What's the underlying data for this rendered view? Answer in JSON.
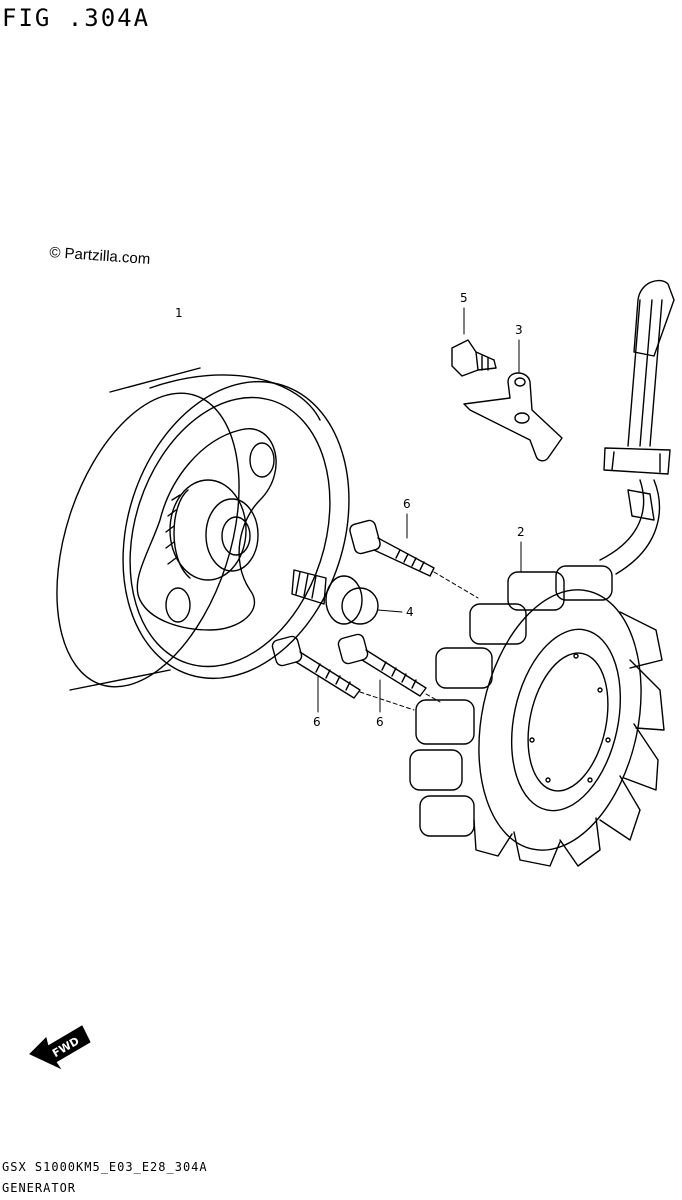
{
  "figure": {
    "title": "FIG .304A",
    "watermark": "© Partzilla.com",
    "footer_code": "GSX S1000KM5_E03_E28_304A",
    "footer_name": "GENERATOR"
  },
  "callouts": [
    {
      "id": "1",
      "label": "1"
    },
    {
      "id": "2",
      "label": "2"
    },
    {
      "id": "3",
      "label": "3"
    },
    {
      "id": "4",
      "label": "4"
    },
    {
      "id": "5",
      "label": "5"
    },
    {
      "id": "6a",
      "label": "6"
    },
    {
      "id": "6b",
      "label": "6"
    },
    {
      "id": "6c",
      "label": "6"
    }
  ],
  "fwd_badge": {
    "label": "FWD"
  }
}
